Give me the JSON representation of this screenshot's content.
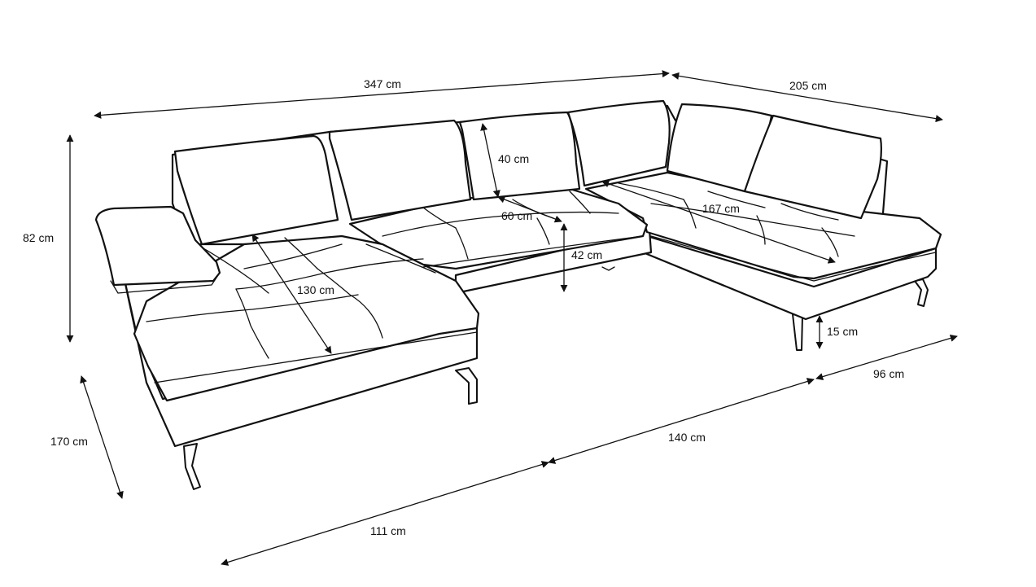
{
  "diagram": {
    "dimensions": {
      "total_width": "347 cm",
      "right_depth": "205 cm",
      "height": "82 cm",
      "chaise_depth": "170 cm",
      "backrest_height": "40 cm",
      "seat_depth": "60 cm",
      "seat_height": "42 cm",
      "right_chaise_length": "167 cm",
      "left_chaise_length": "130 cm",
      "leg_height": "15 cm",
      "right_section": "96 cm",
      "middle_section": "140 cm",
      "left_section": "111 cm"
    }
  }
}
